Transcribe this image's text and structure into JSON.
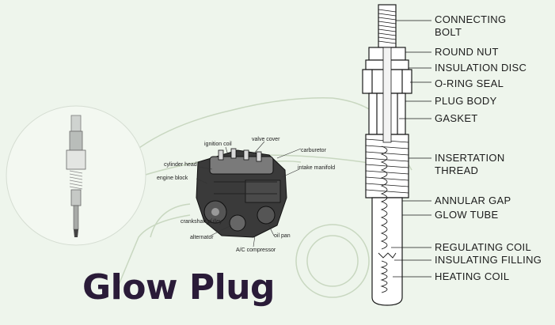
{
  "title": "Glow Plug",
  "colors": {
    "background": "#eef5ec",
    "title": "#2a1b38",
    "line": "#1a1a1a",
    "car_outline": "#c8d7c0"
  },
  "engine_labels": [
    "ignition coil",
    "valve cover",
    "carburetor",
    "cylinder head",
    "intake manifold",
    "engine block",
    "crankshaft pulley",
    "alternator",
    "oil pan",
    "A/C compressor"
  ],
  "part_labels": [
    "CONNECTING\nBOLT",
    "ROUND NUT",
    "INSULATION DISC",
    "O-RING SEAL",
    "PLUG BODY",
    "GASKET",
    "INSERTATION\nTHREAD",
    "ANNULAR GAP",
    "GLOW TUBE",
    "REGULATING COIL",
    "INSULATING FILLING",
    "HEATING COIL"
  ]
}
